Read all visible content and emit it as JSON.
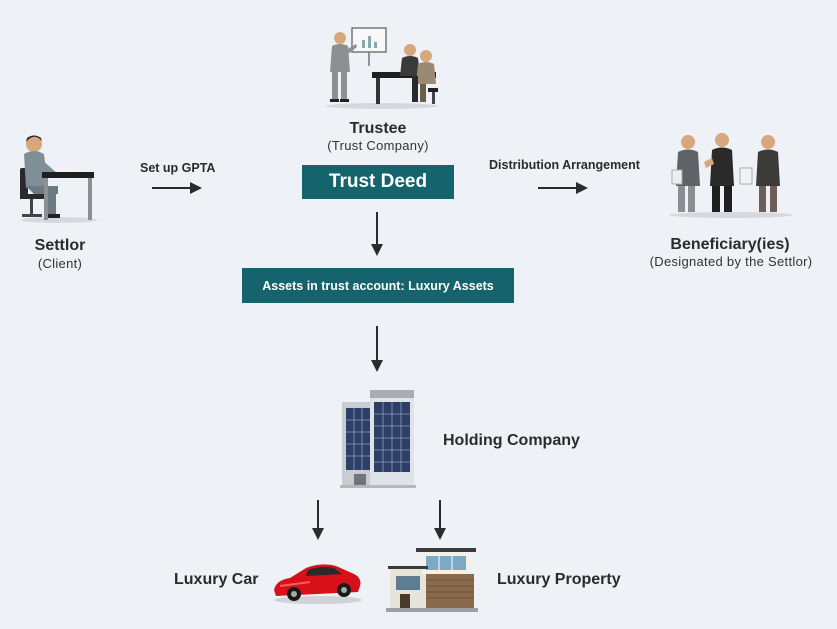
{
  "settlor": {
    "name": "Settlor",
    "sub": "(Client)",
    "icon": "person-at-desk-icon"
  },
  "trustee": {
    "name": "Trustee",
    "sub": "(Trust Company)",
    "icon": "business-meeting-icon"
  },
  "beneficiary": {
    "name": "Beneficiary(ies)",
    "sub": "(Designated by the Settlor)",
    "icon": "business-people-group-icon"
  },
  "arrows": {
    "left_label": "Set up GPTA",
    "right_label": "Distribution Arrangement"
  },
  "trust_deed": {
    "label": "Trust Deed"
  },
  "assets": {
    "label": "Assets in trust account: Luxury Assets"
  },
  "holding": {
    "label": "Holding Company",
    "icon": "office-building-icon"
  },
  "car": {
    "label": "Luxury Car",
    "icon": "red-sports-car-icon"
  },
  "property": {
    "label": "Luxury Property",
    "icon": "modern-house-icon"
  },
  "colors": {
    "box": "#15636d",
    "background": "#eef1f5",
    "car": "#d8101a"
  }
}
